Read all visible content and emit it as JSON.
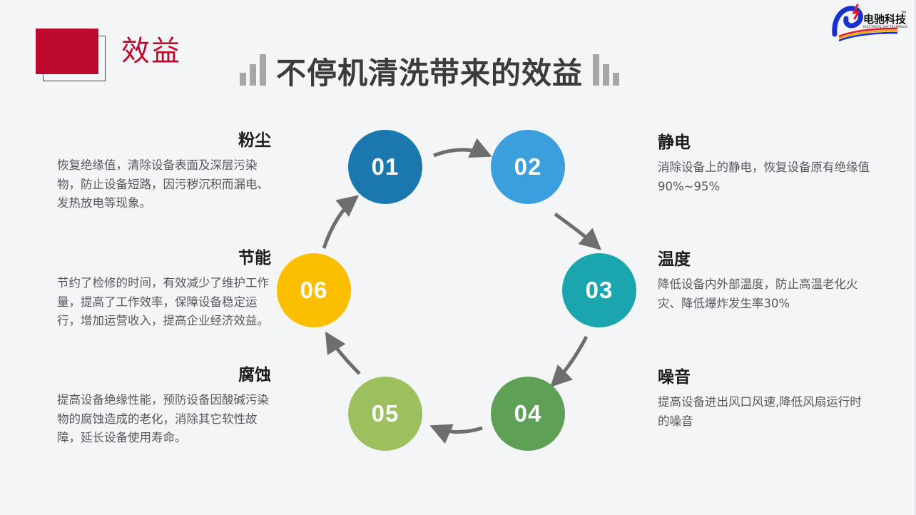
{
  "header": {
    "section_label": "效益",
    "title": "不停机清洗带来的效益",
    "accent_red": "#bd0a2f",
    "title_color": "#3b3b3b",
    "bar_color": "#a6a6a6"
  },
  "logo": {
    "name_cn": "电驰科技",
    "name_en": "ELECTRICAL DAY TECHNOLOGY",
    "trademark": "TM"
  },
  "diagram": {
    "type": "cycle",
    "arrow_color": "#6e6e6e",
    "nodes": [
      {
        "number": "01",
        "color": "#1b78ae",
        "topic": "粉尘"
      },
      {
        "number": "02",
        "color": "#3a9fdc",
        "topic": "静电"
      },
      {
        "number": "03",
        "color": "#1ba5af",
        "topic": "温度"
      },
      {
        "number": "04",
        "color": "#5ea055",
        "topic": "噪音"
      },
      {
        "number": "05",
        "color": "#9cc05d",
        "topic": "腐蚀"
      },
      {
        "number": "06",
        "color": "#fcbf00",
        "topic": "节能"
      }
    ]
  },
  "blocks": {
    "dust": {
      "heading": "粉尘",
      "body": "恢复绝缘值，清除设备表面及深层污染物，防止设备短路，因污秽沉积而漏电、发热放电等现象。"
    },
    "energy": {
      "heading": "节能",
      "body": "节约了检修的时间，有效减少了维护工作量，提高了工作效率，保障设备稳定运行，增加运营收入，提高企业经济效益。"
    },
    "corrosion": {
      "heading": "腐蚀",
      "body": "提高设备绝缘性能，预防设备因酸碱污染物的腐蚀造成的老化，消除其它软性故障，延长设备使用寿命。"
    },
    "static": {
      "heading": "静电",
      "body": "消除设备上的静电，恢复设备原有绝缘值90%~95%"
    },
    "temperature": {
      "heading": "温度",
      "body": "降低设备内外部温度，防止高温老化火灾、降低爆炸发生率30%"
    },
    "noise": {
      "heading": "噪音",
      "body": "提高设备进出风口风速,降低风扇运行时的噪音"
    }
  }
}
